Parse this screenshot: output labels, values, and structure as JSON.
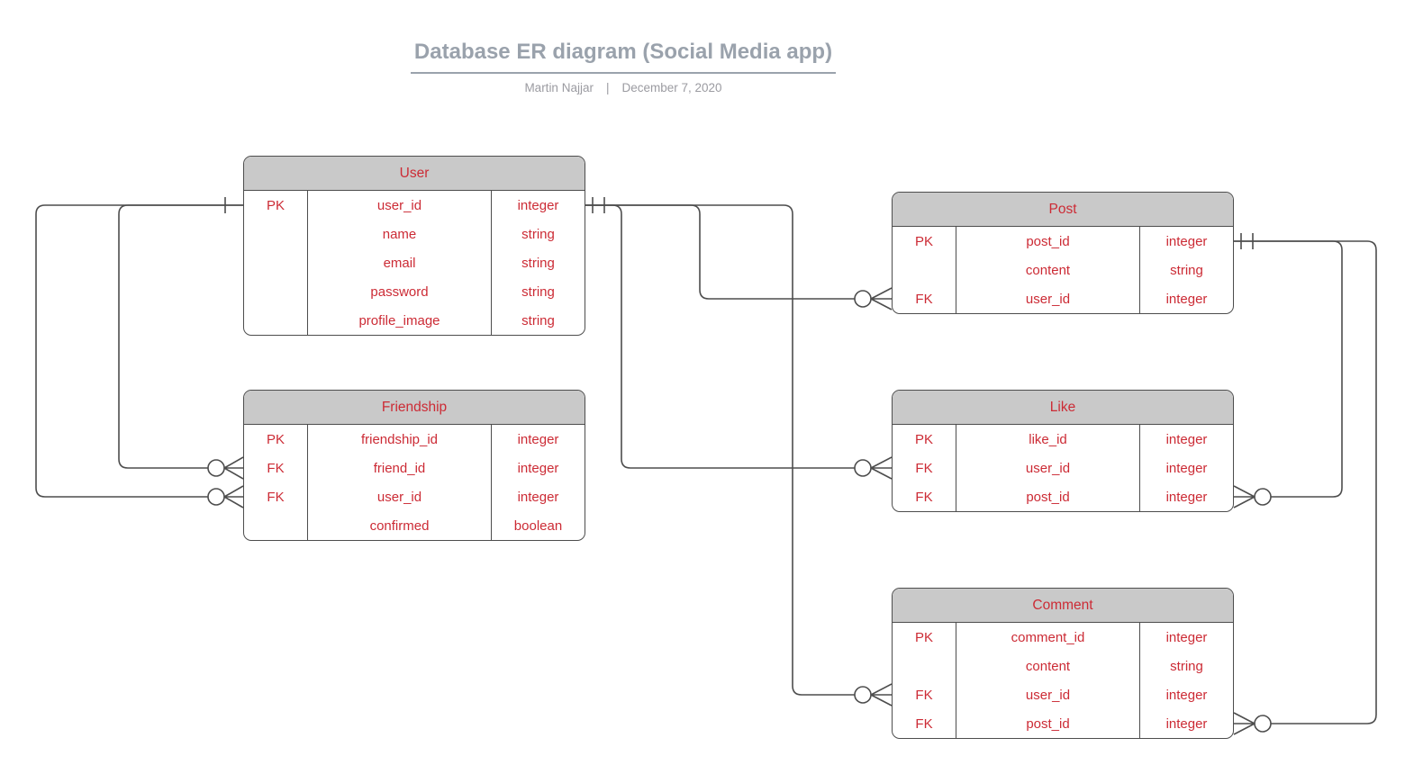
{
  "header": {
    "title": "Database ER diagram (Social Media app)",
    "author": "Martin Najjar",
    "separator": "|",
    "date": "December 7, 2020"
  },
  "colors": {
    "entity_text": "#cc2b35",
    "entity_header_fill": "#c9c9c9",
    "line": "#4d4d4d",
    "title": "#9aa2ac",
    "subtitle": "#9b9ba1",
    "background": "#ffffff"
  },
  "entities": [
    {
      "name": "User",
      "rows": [
        {
          "key": "PK",
          "field": "user_id",
          "type": "integer"
        },
        {
          "key": "",
          "field": "name",
          "type": "string"
        },
        {
          "key": "",
          "field": "email",
          "type": "string"
        },
        {
          "key": "",
          "field": "password",
          "type": "string"
        },
        {
          "key": "",
          "field": "profile_image",
          "type": "string"
        }
      ]
    },
    {
      "name": "Friendship",
      "rows": [
        {
          "key": "PK",
          "field": "friendship_id",
          "type": "integer"
        },
        {
          "key": "FK",
          "field": "friend_id",
          "type": "integer"
        },
        {
          "key": "FK",
          "field": "user_id",
          "type": "integer"
        },
        {
          "key": "",
          "field": "confirmed",
          "type": "boolean"
        }
      ]
    },
    {
      "name": "Post",
      "rows": [
        {
          "key": "PK",
          "field": "post_id",
          "type": "integer"
        },
        {
          "key": "",
          "field": "content",
          "type": "string"
        },
        {
          "key": "FK",
          "field": "user_id",
          "type": "integer"
        }
      ]
    },
    {
      "name": "Like",
      "rows": [
        {
          "key": "PK",
          "field": "like_id",
          "type": "integer"
        },
        {
          "key": "FK",
          "field": "user_id",
          "type": "integer"
        },
        {
          "key": "FK",
          "field": "post_id",
          "type": "integer"
        }
      ]
    },
    {
      "name": "Comment",
      "rows": [
        {
          "key": "PK",
          "field": "comment_id",
          "type": "integer"
        },
        {
          "key": "",
          "field": "content",
          "type": "string"
        },
        {
          "key": "FK",
          "field": "user_id",
          "type": "integer"
        },
        {
          "key": "FK",
          "field": "post_id",
          "type": "integer"
        }
      ]
    }
  ],
  "relationships": [
    {
      "from": "User.user_id",
      "to": "Friendship.friend_id",
      "from_cardinality": "one",
      "to_cardinality": "zero-or-many"
    },
    {
      "from": "User.user_id",
      "to": "Friendship.user_id",
      "from_cardinality": "one",
      "to_cardinality": "zero-or-many"
    },
    {
      "from": "User.user_id",
      "to": "Post.user_id",
      "from_cardinality": "exactly-one",
      "to_cardinality": "zero-or-many"
    },
    {
      "from": "User.user_id",
      "to": "Like.user_id",
      "from_cardinality": "exactly-one",
      "to_cardinality": "zero-or-many"
    },
    {
      "from": "User.user_id",
      "to": "Comment.user_id",
      "from_cardinality": "exactly-one",
      "to_cardinality": "zero-or-many"
    },
    {
      "from": "Post.post_id",
      "to": "Like.post_id",
      "from_cardinality": "exactly-one",
      "to_cardinality": "zero-or-many"
    },
    {
      "from": "Post.post_id",
      "to": "Comment.post_id",
      "from_cardinality": "exactly-one",
      "to_cardinality": "zero-or-many"
    }
  ]
}
